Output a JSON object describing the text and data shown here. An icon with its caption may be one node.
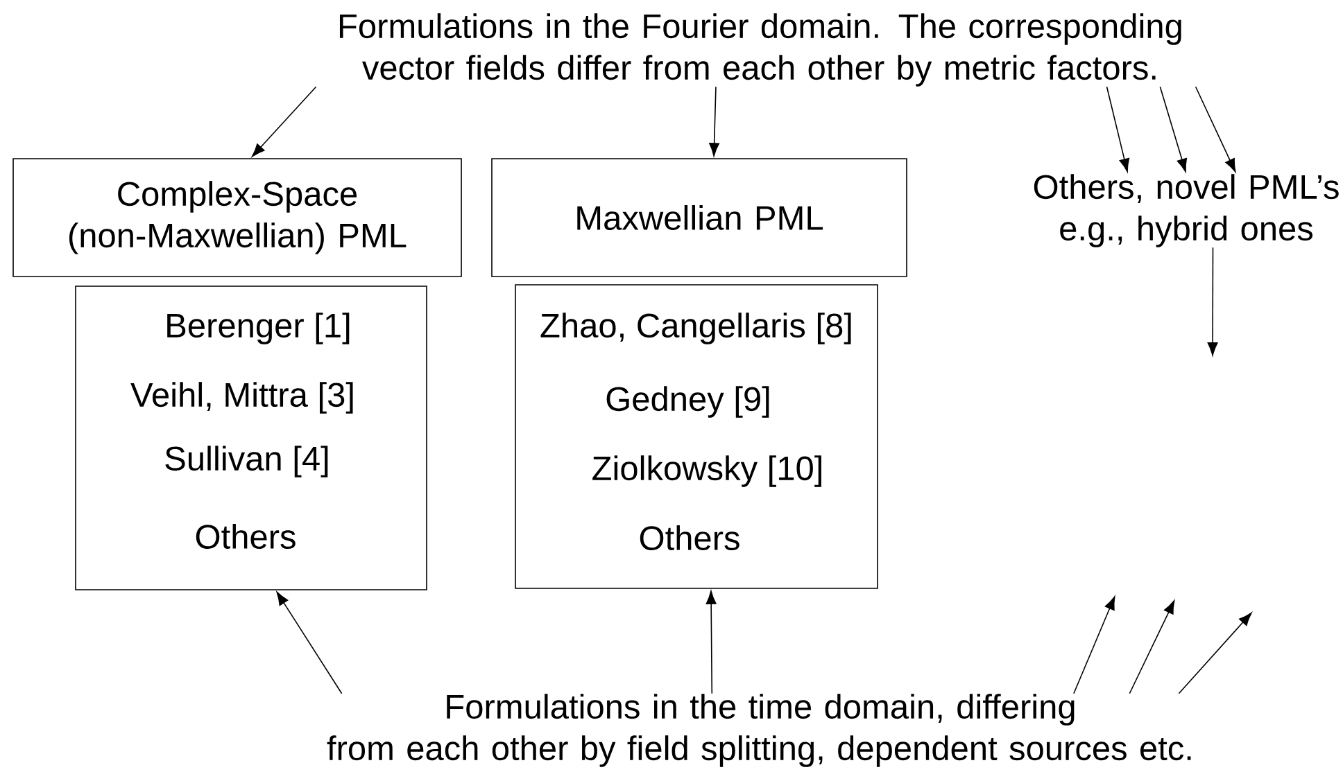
{
  "diagram": {
    "nodes": [
      {
        "text": [
          "Formulations in the Fourier domain. The corresponding vector fields differ from each other by metric factors."
        ]
      },
      {
        "text": [
          "Complex-Space (non-Maxwellian) PML"
        ]
      },
      {
        "text": [
          "Maxwellian PML"
        ]
      },
      {
        "text": [
          "Others, novel PML’s e.g., hybrid ones"
        ]
      },
      {
        "text": [
          "Berenger [1]",
          "Veihl, Mittra [3]",
          "Sullivan [4]",
          "Others"
        ]
      },
      {
        "text": [
          "Zhao, Cangellaris [8]",
          "Gedney [9]",
          "Ziolkowsky [10]",
          "Others"
        ]
      },
      {
        "text": [
          "Formulations in the time domain, differing from each other by field splitting, dependent sources etc."
        ]
      }
    ],
    "edges": [
      {
        "from": 0,
        "to": 1,
        "arrow": "to"
      },
      {
        "from": 0,
        "to": 2,
        "arrow": "to"
      },
      {
        "from": 0,
        "to": 3,
        "arrow": "to"
      },
      {
        "from": 0,
        "to": 3,
        "arrow": "to"
      },
      {
        "from": 0,
        "to": 3,
        "arrow": "to"
      },
      {
        "from": 3,
        "to": null,
        "arrow": "to"
      },
      {
        "from": 6,
        "to": 4,
        "arrow": "to"
      },
      {
        "from": 6,
        "to": 5,
        "arrow": "to"
      },
      {
        "from": 6,
        "to": null,
        "arrow": "to"
      },
      {
        "from": 6,
        "to": null,
        "arrow": "to"
      },
      {
        "from": 6,
        "to": null,
        "arrow": "to"
      }
    ]
  }
}
